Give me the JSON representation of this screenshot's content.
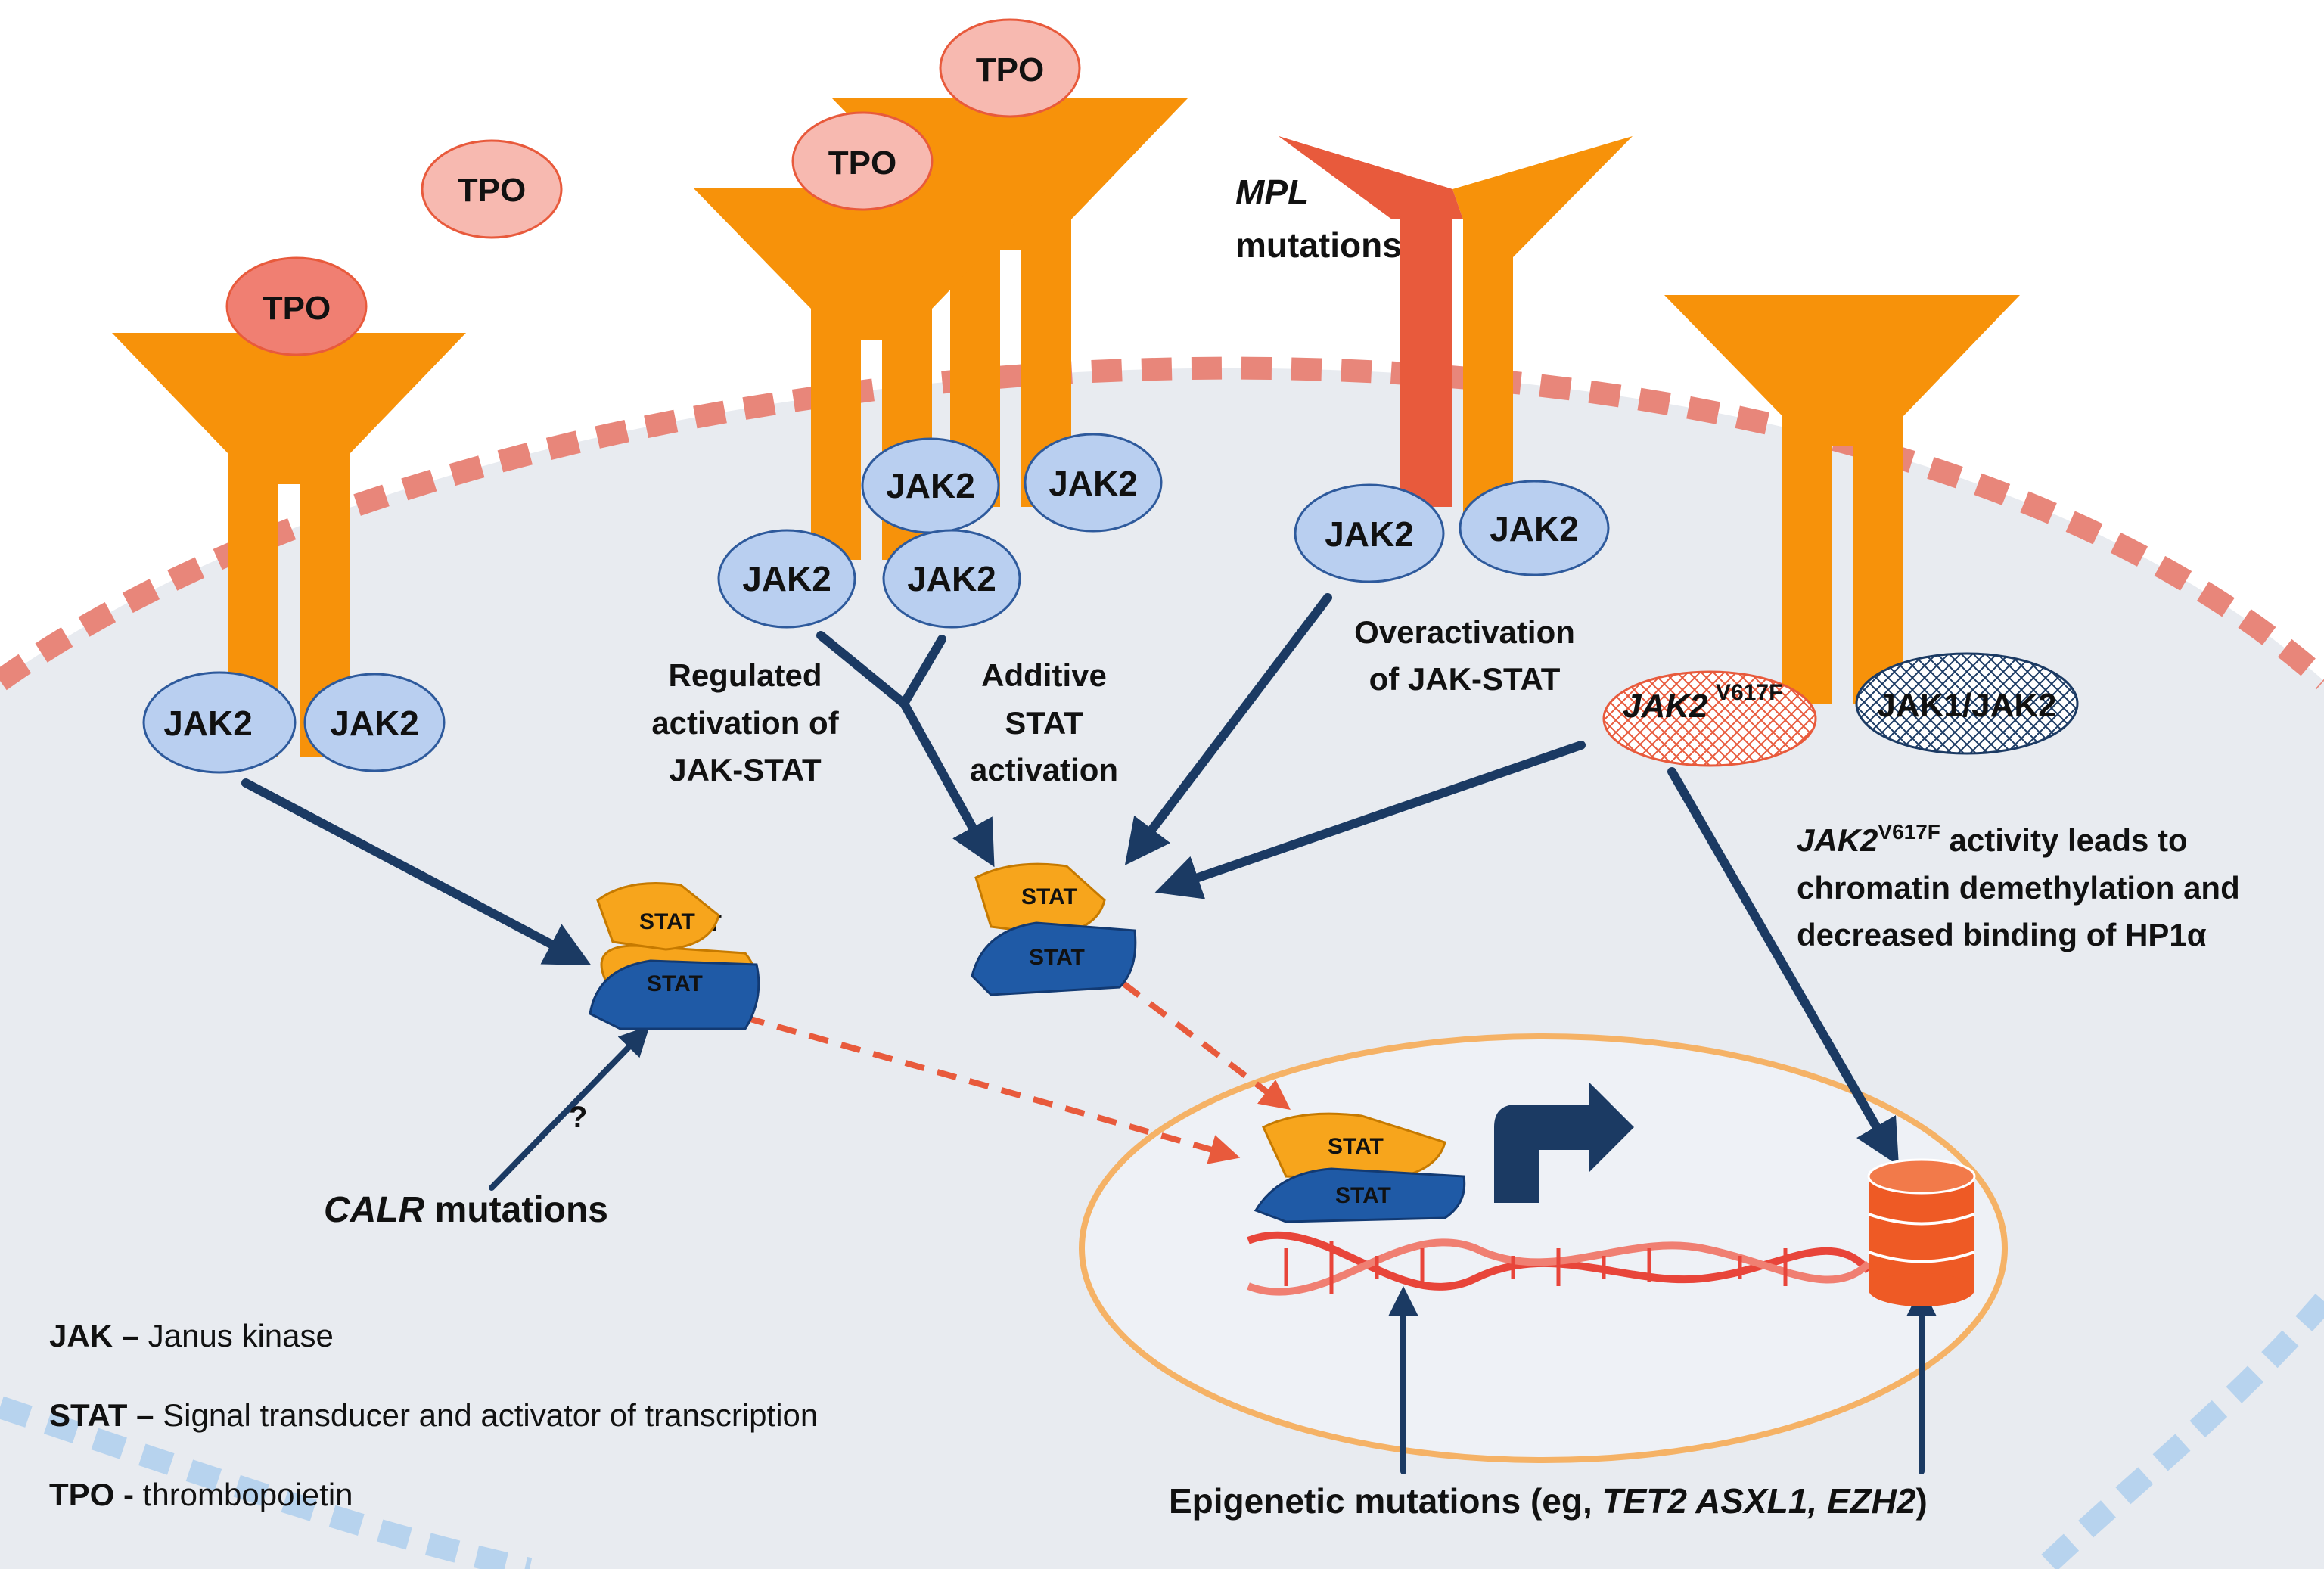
{
  "ligand": {
    "label": "TPO"
  },
  "kinase": {
    "label": "JAK2"
  },
  "receptors": {
    "mpl_mutations": {
      "line1": "MPL",
      "line2": "mutations"
    }
  },
  "annotations": {
    "regulated": [
      "Regulated",
      "activation of",
      "JAK-STAT"
    ],
    "additive": [
      "Additive",
      "STAT",
      "activation"
    ],
    "overactivation": [
      "Overactivation",
      "of JAK-STAT"
    ],
    "jak2v617f": {
      "gene": "JAK2",
      "superscript": "V617F"
    },
    "jak1jak2": "JAK1/JAK2",
    "chromatin": {
      "line1_gene": "JAK2",
      "line1_sup": "V617F",
      "line1_rest": " activity leads to",
      "line2": "chromatin demethylation and",
      "line3": "decreased binding of HP1α"
    },
    "calr": {
      "gene": "CALR",
      "rest": " mutations"
    },
    "question": "?",
    "epigenetic": {
      "prefix": "Epigenetic mutations (eg, ",
      "genes": "TET2 ASXL1, EZH2",
      "suffix": ")"
    }
  },
  "stat": {
    "top": "STAT",
    "bottom": "STAT"
  },
  "legend": [
    {
      "term": "JAK –",
      "definition": " Janus kinase"
    },
    {
      "term": "STAT –",
      "definition": " Signal transducer and activator of transcription"
    },
    {
      "term": "TPO -",
      "definition": " thrombopoietin"
    }
  ],
  "colors": {
    "receptor": "#f7920a",
    "mutant_receptor": "#e85a3c",
    "tpo": "#f7b9b0",
    "tpo_bound": "#f07f72",
    "jak": "#b9cff0",
    "jak_stroke": "#2e5a9c",
    "arrow": "#1b3a63",
    "stat_top": "#f7a51c",
    "stat_bottom": "#1f5aa6",
    "cell": "#e8ebf0",
    "membrane": "#e8867a",
    "nucleus_ring": "#f5b266",
    "dna": "#e8453a"
  },
  "icons": [
    "transcription-arrow-icon",
    "dna-icon",
    "chromatin-cylinder-icon"
  ]
}
